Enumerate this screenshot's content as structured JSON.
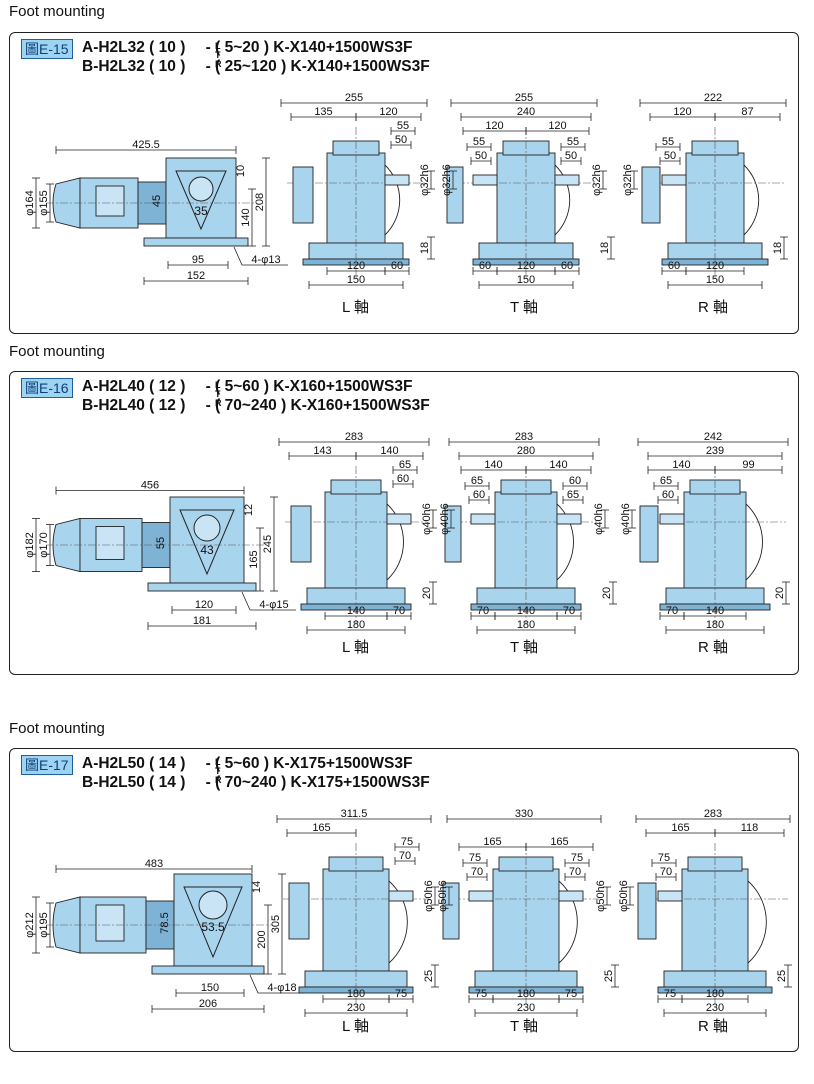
{
  "sections": [
    {
      "heading": "Foot mounting",
      "figure_tag": "圖E-15",
      "model_a": "A-H2L32 ( 10 )",
      "model_a_rest": " - ( 5~20 ) K-X140+1500WS3F",
      "model_b": "B-H2L32 ( 10 )",
      "model_b_rest": " - ( 25~120 ) K-X140+1500WS3F",
      "lt_l": "L",
      "lt_t": "T",
      "lt_r": "R",
      "side": {
        "overall": "425.5",
        "d_outer": "φ164",
        "d_inner": "φ155",
        "c35": "35",
        "h10": "10",
        "h45": "45",
        "h140": "140",
        "h208": "208",
        "b95": "95",
        "b152": "152",
        "holes": "4-φ13"
      },
      "l_view": {
        "top": "255",
        "a": "135",
        "b": "120",
        "c55": "55",
        "c50": "50",
        "shaft": "φ32h6",
        "h18": "18",
        "b120": "120",
        "b60": "60",
        "b150": "150"
      },
      "t_view": {
        "top": "255",
        "mid": "240",
        "a": "120",
        "b": "120",
        "c55l": "55",
        "c50l": "50",
        "c55r": "55",
        "c50r": "50",
        "shaft_l": "φ32h6",
        "shaft_r": "φ32h6",
        "h18": "18",
        "b60l": "60",
        "b120": "120",
        "b60r": "60",
        "b150": "150"
      },
      "r_view": {
        "top": "222",
        "a": "120",
        "b": "87",
        "c55": "55",
        "c50": "50",
        "shaft": "φ32h6",
        "h18": "18",
        "b60": "60",
        "b120": "120",
        "b150": "150"
      },
      "views": [
        "L 軸",
        "T 軸",
        "R 軸"
      ]
    },
    {
      "heading": "Foot mounting",
      "figure_tag": "圖E-16",
      "model_a": "A-H2L40 ( 12 )",
      "model_a_rest": " - ( 5~60 ) K-X160+1500WS3F",
      "model_b": "B-H2L40 ( 12 )",
      "model_b_rest": " - ( 70~240 ) K-X160+1500WS3F",
      "lt_l": "L",
      "lt_t": "T",
      "lt_r": "R",
      "side": {
        "overall": "456",
        "d_outer": "φ182",
        "d_inner": "φ170",
        "c35": "43",
        "h10": "12",
        "h45": "55",
        "h140": "165",
        "h208": "245",
        "b95": "120",
        "b152": "181",
        "holes": "4-φ15"
      },
      "l_view": {
        "top": "283",
        "a": "143",
        "b": "140",
        "c55": "65",
        "c50": "60",
        "shaft": "φ40h6",
        "h18": "20",
        "b120": "140",
        "b60": "70",
        "b150": "180"
      },
      "t_view": {
        "top": "283",
        "mid": "280",
        "a": "140",
        "b": "140",
        "c55l": "65",
        "c50l": "60",
        "c55r": "60",
        "c50r": "65",
        "shaft_l": "φ40h6",
        "shaft_r": "φ40h6",
        "h18": "20",
        "b60l": "70",
        "b120": "140",
        "b60r": "70",
        "b150": "180"
      },
      "r_view": {
        "top": "242",
        "mid": "239",
        "a": "140",
        "b": "99",
        "c55": "65",
        "c50": "60",
        "shaft": "φ40h6",
        "h18": "20",
        "b60": "70",
        "b120": "140",
        "b150": "180"
      },
      "views": [
        "L 軸",
        "T 軸",
        "R 軸"
      ]
    },
    {
      "heading": "Foot mounting",
      "figure_tag": "圖E-17",
      "model_a": "A-H2L50 ( 14 )",
      "model_a_rest": " - ( 5~60 ) K-X175+1500WS3F",
      "model_b": "B-H2L50 ( 14 )",
      "model_b_rest": " - ( 70~240 ) K-X175+1500WS3F",
      "lt_l": "L",
      "lt_t": "T",
      "lt_r": "R",
      "side": {
        "overall": "483",
        "d_outer": "φ212",
        "d_inner": "φ195",
        "c35": "53.5",
        "h10": "14",
        "h45": "78.5",
        "h140": "200",
        "h208": "305",
        "b95": "150",
        "b152": "206",
        "holes": "4-φ18"
      },
      "l_view": {
        "top": "311.5",
        "a": "165",
        "b": "",
        "c55": "75",
        "c50": "70",
        "shaft": "φ50h6",
        "h18": "25",
        "b120": "180",
        "b60": "75",
        "b150": "230"
      },
      "t_view": {
        "top": "330",
        "mid": "",
        "a": "165",
        "b": "165",
        "c55l": "75",
        "c50l": "70",
        "c55r": "75",
        "c50r": "70",
        "shaft_l": "φ50h6",
        "shaft_r": "φ50h6",
        "h18": "25",
        "b60l": "75",
        "b120": "180",
        "b60r": "75",
        "b150": "230"
      },
      "r_view": {
        "top": "283",
        "a": "165",
        "b": "118",
        "c55": "75",
        "c50": "70",
        "shaft": "φ50h6",
        "h18": "25",
        "b60": "75",
        "b120": "180",
        "b150": "230"
      },
      "views": [
        "L 軸",
        "T 軸",
        "R 軸"
      ]
    }
  ],
  "colors": {
    "body": "#a9d4ee",
    "body_dark": "#7fb3d6",
    "line": "#222222",
    "tag_bg": "#9ed4f2"
  }
}
